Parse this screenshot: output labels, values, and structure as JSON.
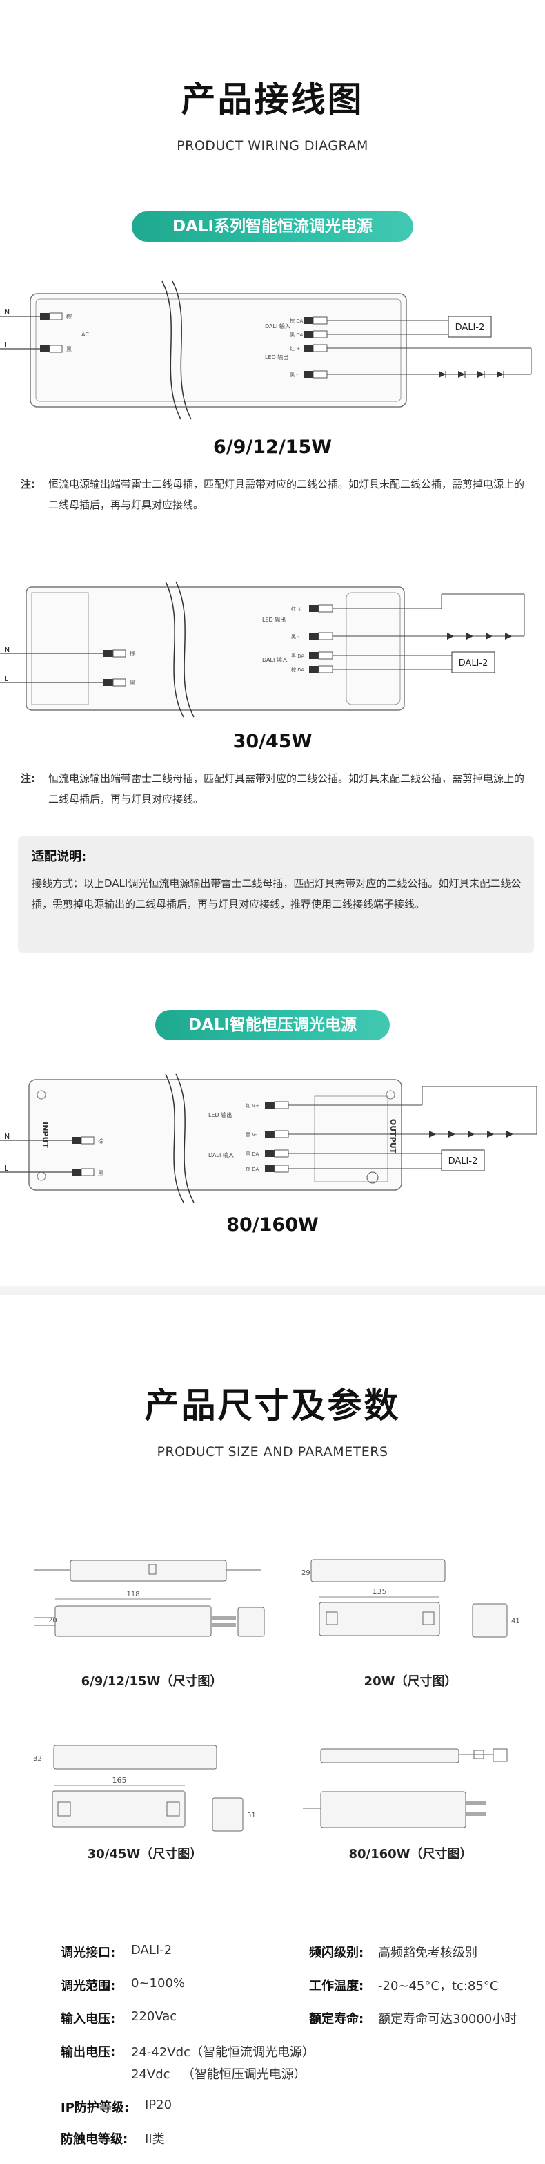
{
  "wiring": {
    "title": "产品接线图",
    "subtitle": "PRODUCT WIRING DIAGRAM",
    "series1_title": "DALI系列智能恒流调光电源",
    "series2_title": "DALI智能恒压调光电源",
    "wire_n": "N",
    "wire_l": "L",
    "dali2_label": "DALI-2",
    "dali_in_label": "DALI 输入",
    "led_out_label": "LED 输出",
    "term_bk": "黑",
    "term_brn": "棕",
    "term_bk_da": "黑 DA",
    "term_brn_da": "棕 DA",
    "term_red_plus": "红 +",
    "term_bk_minus": "黑 -",
    "term_red_v": "红 V+",
    "term_bk_v": "黑 V-",
    "ac_label": "AC",
    "input_label": "INPUT",
    "output_label": "OUTPUT",
    "model1": "6/9/12/15W",
    "model2": "30/45W",
    "model3": "80/160W",
    "note_label": "注:",
    "note1": "恒流电源输出端带雷士二线母插，匹配灯具需带对应的二线公插。如灯具未配二线公插，需剪掉电源上的二线母插后，再与灯具对应接线。",
    "note2": "恒流电源输出端带雷士二线母插，匹配灯具需带对应的二线公插。如灯具未配二线公插，需剪掉电源上的二线母插后，再与灯具对应接线。",
    "info_title": "适配说明:",
    "info_text": "接线方式：以上DALI调光恒流电源输出带雷士二线母插，匹配灯具需带对应的二线公插。如灯具未配二线公插，需剪掉电源输出的二线母插后，再与灯具对应接线，推荐使用二线接线端子接线。"
  },
  "size": {
    "title": "产品尺寸及参数",
    "subtitle": "PRODUCT SIZE AND PARAMETERS",
    "dim_118": "118",
    "dim_20": "20",
    "dim_29": "29",
    "dim_135": "135",
    "dim_41": "41",
    "dim_32": "32",
    "dim_165": "165",
    "dim_51": "51",
    "cap1": "6/9/12/15W（尺寸图）",
    "cap2": "20W（尺寸图）",
    "cap3": "30/45W（尺寸图）",
    "cap4": "80/160W（尺寸图）"
  },
  "specs": {
    "dim_interface_label": "调光接口:",
    "dim_interface_value": "DALI-2",
    "flicker_label": "频闪级别:",
    "flicker_value": "高频豁免考核级别",
    "dim_range_label": "调光范围:",
    "dim_range_value": "0~100%",
    "temp_label": "工作温度:",
    "temp_value": "-20~45°C，tc:85°C",
    "input_label": "输入电压:",
    "input_value": "220Vac",
    "life_label": "额定寿命:",
    "life_value": "额定寿命可达30000小时",
    "output_label": "输出电压:",
    "output_value1": "24-42Vdc（智能恒流调光电源）",
    "output_value2": "24Vdc   （智能恒压调光电源）",
    "ip_label": "IP防护等级:",
    "ip_value": "IP20",
    "shock_label": "防触电等级:",
    "shock_value": "II类"
  }
}
